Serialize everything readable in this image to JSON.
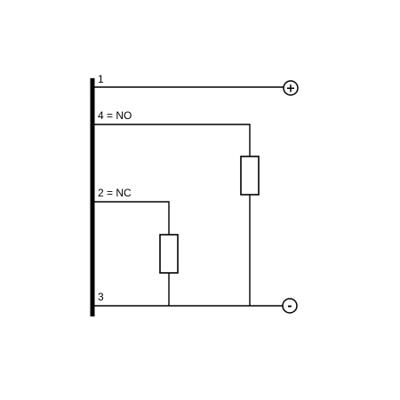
{
  "diagram": {
    "pins": {
      "pin1": "1",
      "pin4": "4 = NO",
      "pin2": "2 = NC",
      "pin3": "3"
    },
    "terminals": {
      "positive": "+",
      "negative": "-"
    },
    "colors": {
      "line": "#000000",
      "background": "#ffffff"
    }
  }
}
